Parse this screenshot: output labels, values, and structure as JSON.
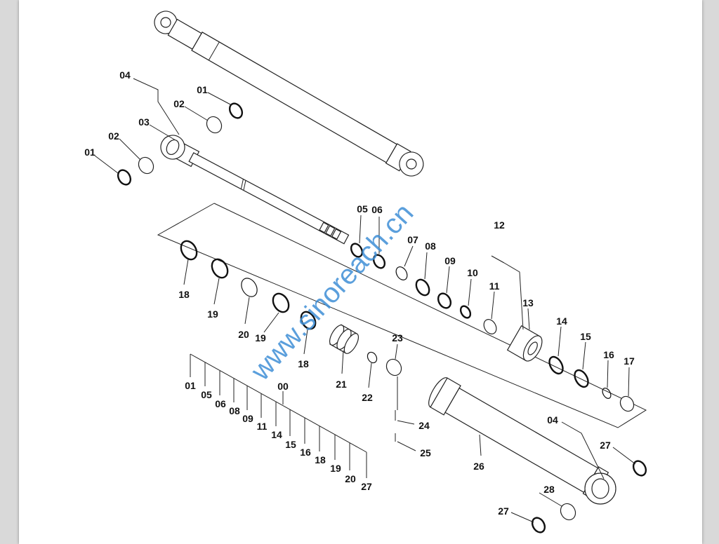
{
  "watermark": "www.sinoreach.cn",
  "callouts": [
    "04",
    "01",
    "02",
    "03",
    "02",
    "01",
    "05",
    "06",
    "07",
    "08",
    "09",
    "10",
    "11",
    "12",
    "13",
    "14",
    "15",
    "16",
    "17",
    "18",
    "19",
    "20",
    "19",
    "18",
    "21",
    "22",
    "23",
    "24",
    "25",
    "26",
    "04",
    "27",
    "28",
    "27"
  ],
  "kit": {
    "label": "00",
    "items": [
      "01",
      "05",
      "06",
      "08",
      "09",
      "11",
      "14",
      "15",
      "16",
      "18",
      "19",
      "20",
      "27"
    ]
  }
}
